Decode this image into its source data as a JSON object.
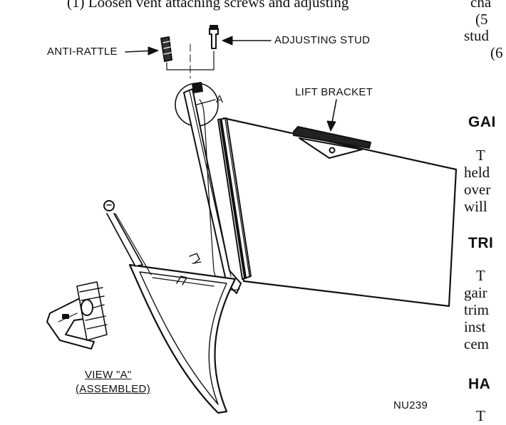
{
  "top_line": "(1) Loosen vent attaching screws and adjusting",
  "figure": {
    "labels": {
      "anti_rattle": "ANTI-RATTLE",
      "adjusting_stud": "ADJUSTING STUD",
      "lift_bracket": "LIFT BRACKET",
      "detail_marker": "A",
      "view_title": "VIEW \"A\"",
      "view_sub": "(ASSEMBLED)",
      "figure_code": "NU239"
    }
  },
  "right_column": {
    "fragments": [
      {
        "text": "cha"
      },
      {
        "text": "(5"
      },
      {
        "text": "stud"
      },
      {
        "text": "(6"
      }
    ],
    "sections": [
      {
        "heading": "GAI",
        "lines": [
          "T",
          "held",
          "over",
          "will"
        ]
      },
      {
        "heading": "TRI",
        "lines": [
          "T",
          "gair",
          "trim",
          "inst",
          "cem"
        ]
      },
      {
        "heading": "HA",
        "lines": [
          "T"
        ]
      }
    ]
  },
  "colors": {
    "ink": "#111111",
    "paper": "#ffffff"
  }
}
